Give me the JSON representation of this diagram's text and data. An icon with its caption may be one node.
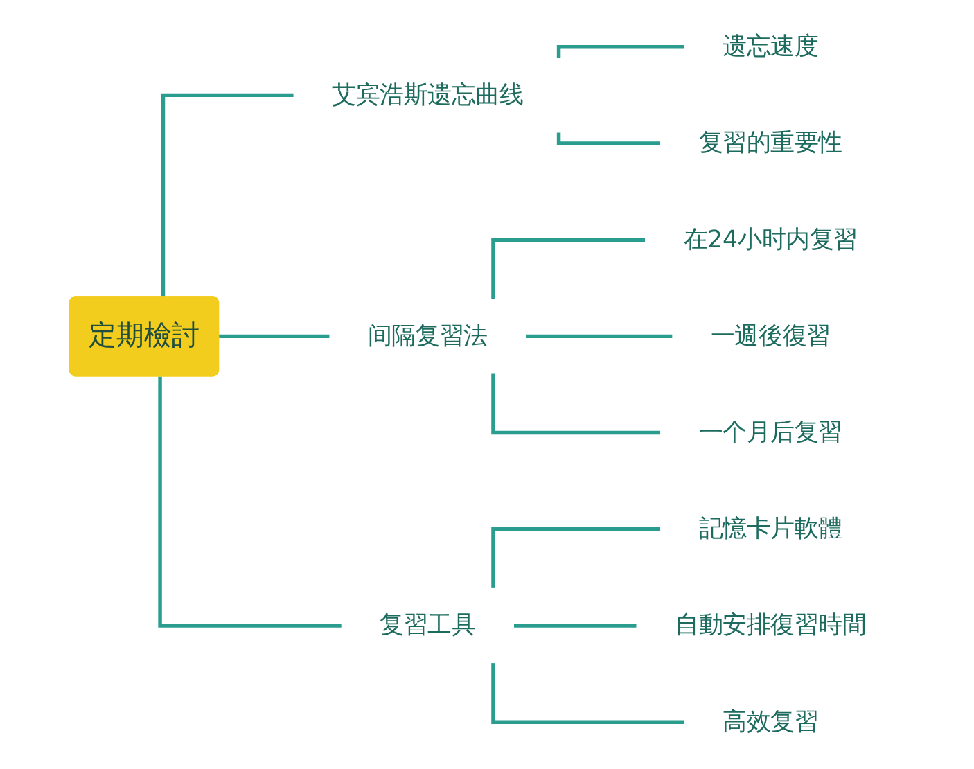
{
  "diagram": {
    "nodes": [
      {
        "text": [
          "定期檢討"
        ]
      },
      {
        "text": [
          "艾宾浩斯遗忘曲线"
        ]
      },
      {
        "text": [
          "遗忘速度"
        ]
      },
      {
        "text": [
          "复習的重要性"
        ]
      },
      {
        "text": [
          "间隔复習法"
        ]
      },
      {
        "text": [
          "在24小时内复習"
        ]
      },
      {
        "text": [
          "一週後復習"
        ]
      },
      {
        "text": [
          "一个月后复習"
        ]
      },
      {
        "text": [
          "复習工具"
        ]
      },
      {
        "text": [
          "記憶卡片軟體"
        ]
      },
      {
        "text": [
          "自動安排復習時間"
        ]
      },
      {
        "text": [
          "高效复習"
        ]
      }
    ],
    "edges": [
      {
        "from": 0,
        "to": 1,
        "arrow": "none"
      },
      {
        "from": 0,
        "to": 4,
        "arrow": "none"
      },
      {
        "from": 0,
        "to": 8,
        "arrow": "none"
      },
      {
        "from": 1,
        "to": 2,
        "arrow": "none"
      },
      {
        "from": 1,
        "to": 3,
        "arrow": "none"
      },
      {
        "from": 4,
        "to": 5,
        "arrow": "none"
      },
      {
        "from": 4,
        "to": 6,
        "arrow": "none"
      },
      {
        "from": 4,
        "to": 7,
        "arrow": "none"
      },
      {
        "from": 8,
        "to": 9,
        "arrow": "none"
      },
      {
        "from": 8,
        "to": 10,
        "arrow": "none"
      },
      {
        "from": 8,
        "to": 11,
        "arrow": "none"
      }
    ]
  }
}
